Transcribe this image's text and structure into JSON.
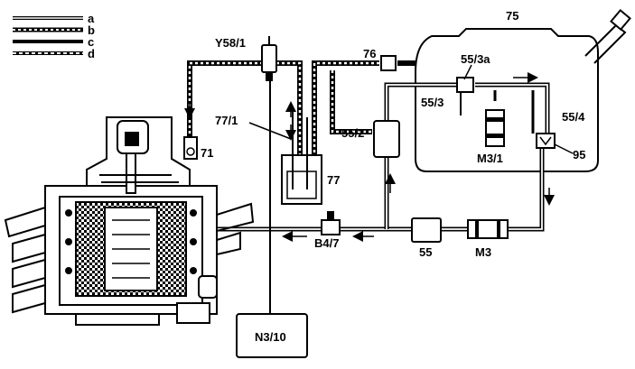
{
  "legend": [
    {
      "key": "a",
      "label": "a"
    },
    {
      "key": "b",
      "label": "b"
    },
    {
      "key": "c",
      "label": "c"
    },
    {
      "key": "d",
      "label": "d"
    }
  ],
  "labels": {
    "tank": "75",
    "y58": "Y58/1",
    "v76": "76",
    "p553a": "55/3a",
    "p553": "55/3",
    "p552": "55/2",
    "p554": "55/4",
    "p771": "77/1",
    "c77": "77",
    "v71": "71",
    "m31": "M3/1",
    "f95": "95",
    "b47": "B4/7",
    "f55": "55",
    "m3": "M3",
    "n310": "N3/10"
  },
  "colors": {
    "line": "#000000",
    "background": "#ffffff"
  }
}
